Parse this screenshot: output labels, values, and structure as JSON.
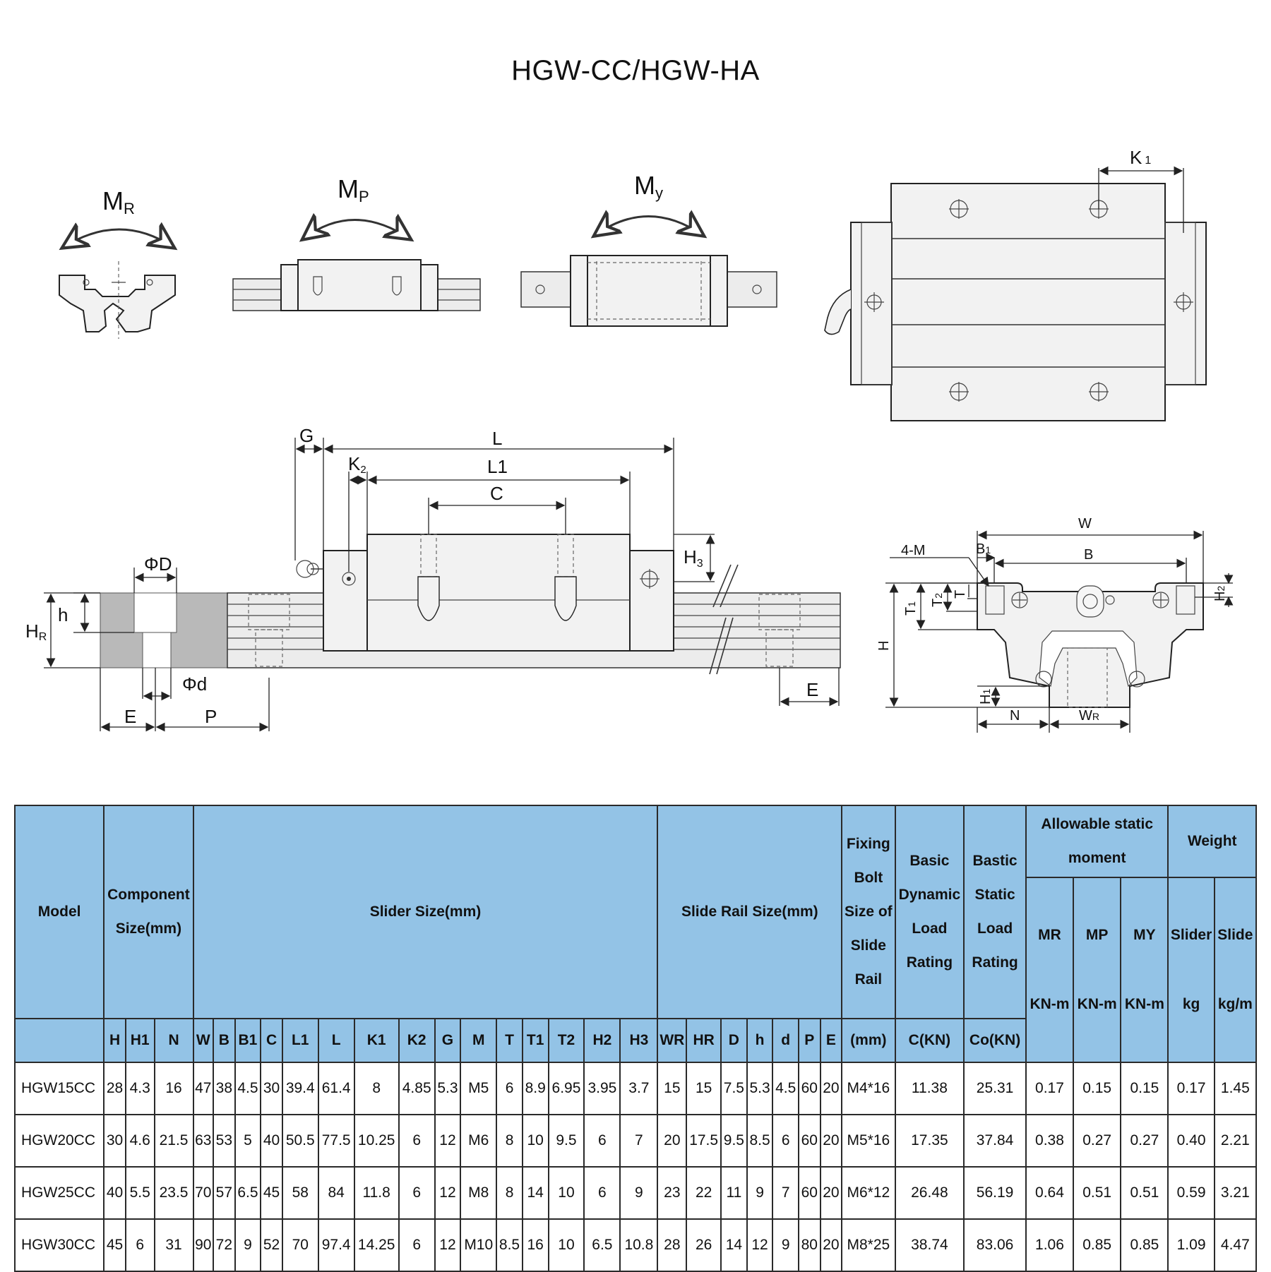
{
  "title": "HGW-CC/HGW-HA",
  "diagram_labels": {
    "moment_roll": "M",
    "moment_roll_sub": "R",
    "moment_pitch": "M",
    "moment_pitch_sub": "P",
    "moment_yaw": "M",
    "moment_yaw_sub": "y",
    "k1": "K",
    "k1_sub": "1",
    "g": "G",
    "l": "L",
    "k2": "K",
    "k2_sub": "2",
    "l1": "L1",
    "c": "C",
    "h3": "H",
    "h3_sub": "3",
    "phi_d_upper": "ΦD",
    "h_small": "h",
    "h_r": "H",
    "h_r_sub": "R",
    "phi_d_lower": "Φd",
    "e_left": "E",
    "p": "P",
    "e_right": "E",
    "w": "W",
    "m4": "4-M",
    "b1": "B",
    "b1_sub": "1",
    "b": "B",
    "t1": "T",
    "t1_sub": "1",
    "t2": "T",
    "t2_sub": "2",
    "t": "T",
    "h2": "H",
    "h2_sub": "2",
    "h_big": "H",
    "h1": "H",
    "h1_sub": "1",
    "n": "N",
    "wr": "W",
    "wr_sub": "R"
  },
  "table": {
    "model_header": "Model",
    "component_header": "Component Size(mm)",
    "slider_header": "Slider Size(mm)",
    "rail_header": "Slide Rail Size(mm)",
    "bolt_header": "Fixing Bolt Size of Slide Rail",
    "dynamic_header": "Basic Dynamic Load Rating",
    "static_header": "Bastic Static Load Rating",
    "moment_header": "Allowable static moment",
    "weight_header": "Weight",
    "mr": "MR",
    "mp": "MP",
    "my": "MY",
    "slider_w": "Slider",
    "slide_w": "Slide",
    "knm1": "KN-m",
    "knm2": "KN-m",
    "knm3": "KN-m",
    "kg": "kg",
    "kgm": "kg/m",
    "sub_columns": [
      "H",
      "H1",
      "N",
      "W",
      "B",
      "B1",
      "C",
      "L1",
      "L",
      "K1",
      "K2",
      "G",
      "M",
      "T",
      "T1",
      "T2",
      "H2",
      "H3",
      "WR",
      "HR",
      "D",
      "h",
      "d",
      "P",
      "E",
      "(mm)",
      "C(KN)",
      "Co(KN)"
    ],
    "rows": [
      [
        "HGW15CC",
        "28",
        "4.3",
        "16",
        "47",
        "38",
        "4.5",
        "30",
        "39.4",
        "61.4",
        "8",
        "4.85",
        "5.3",
        "M5",
        "6",
        "8.9",
        "6.95",
        "3.95",
        "3.7",
        "15",
        "15",
        "7.5",
        "5.3",
        "4.5",
        "60",
        "20",
        "M4*16",
        "11.38",
        "25.31",
        "0.17",
        "0.15",
        "0.15",
        "0.17",
        "1.45"
      ],
      [
        "HGW20CC",
        "30",
        "4.6",
        "21.5",
        "63",
        "53",
        "5",
        "40",
        "50.5",
        "77.5",
        "10.25",
        "6",
        "12",
        "M6",
        "8",
        "10",
        "9.5",
        "6",
        "7",
        "20",
        "17.5",
        "9.5",
        "8.5",
        "6",
        "60",
        "20",
        "M5*16",
        "17.35",
        "37.84",
        "0.38",
        "0.27",
        "0.27",
        "0.40",
        "2.21"
      ],
      [
        "HGW25CC",
        "40",
        "5.5",
        "23.5",
        "70",
        "57",
        "6.5",
        "45",
        "58",
        "84",
        "11.8",
        "6",
        "12",
        "M8",
        "8",
        "14",
        "10",
        "6",
        "9",
        "23",
        "22",
        "11",
        "9",
        "7",
        "60",
        "20",
        "M6*12",
        "26.48",
        "56.19",
        "0.64",
        "0.51",
        "0.51",
        "0.59",
        "3.21"
      ],
      [
        "HGW30CC",
        "45",
        "6",
        "31",
        "90",
        "72",
        "9",
        "52",
        "70",
        "97.4",
        "14.25",
        "6",
        "12",
        "M10",
        "8.5",
        "16",
        "10",
        "6.5",
        "10.8",
        "28",
        "26",
        "14",
        "12",
        "9",
        "80",
        "20",
        "M8*25",
        "38.74",
        "83.06",
        "1.06",
        "0.85",
        "0.85",
        "1.09",
        "4.47"
      ]
    ]
  }
}
